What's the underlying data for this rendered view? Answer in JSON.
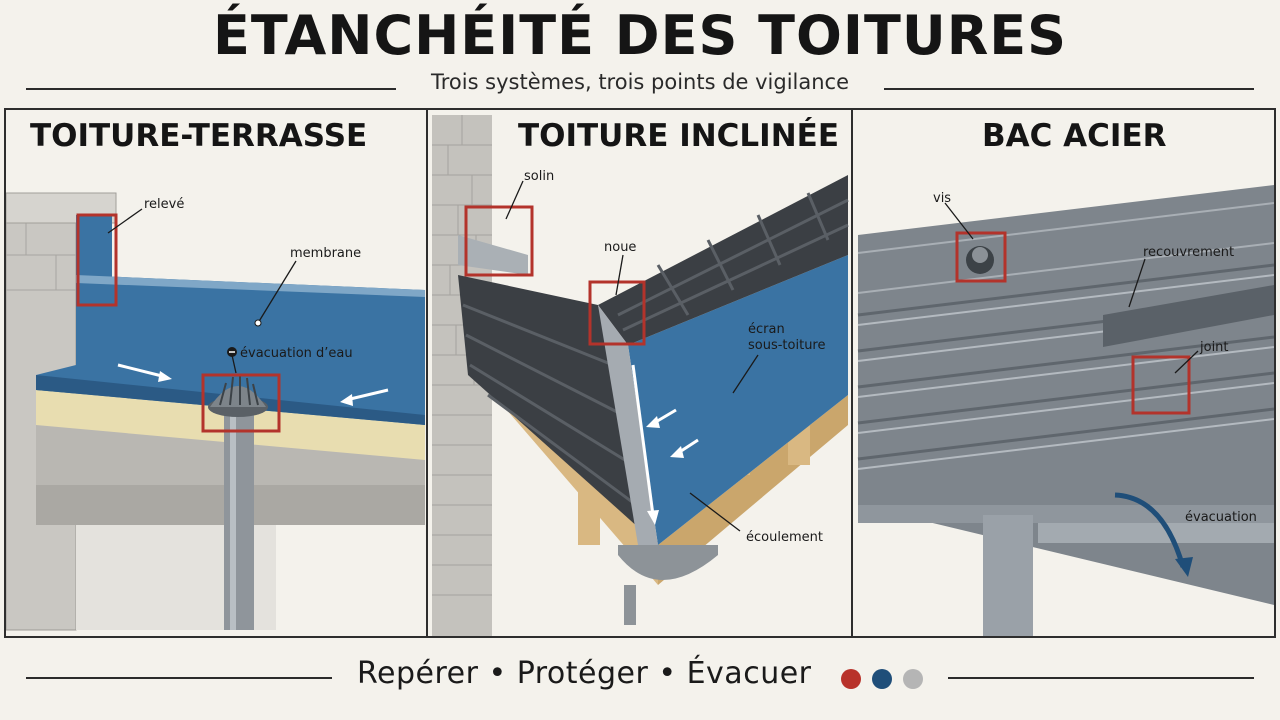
{
  "header": {
    "title": "ÉTANCHÉITÉ DES TOITURES",
    "subtitle": "Trois systèmes, trois points de vigilance"
  },
  "panels": [
    {
      "title": "TOITURE-TERRASSE",
      "labels": {
        "releve": "relevé",
        "membrane": "membrane",
        "evacuation": "évacuation d’eau"
      }
    },
    {
      "title": "TOITURE INCLINÉE",
      "labels": {
        "solin": "solin",
        "noue": "noue",
        "ecran_1": "écran",
        "ecran_2": "sous-toiture",
        "ecoulement": "écoulement"
      }
    },
    {
      "title": "BAC ACIER",
      "labels": {
        "vis": "vis",
        "recouvrement": "recouvrement",
        "joint": "joint",
        "evacuation": "évacuation"
      }
    }
  ],
  "footer": {
    "motto": "Repérer • Protéger • Évacuer",
    "dots": [
      "#b8322a",
      "#1f4e79",
      "#b5b5b5"
    ]
  },
  "colors": {
    "highlight": "#b3332b",
    "membrane": "#3a73a3",
    "flow_arrow": "#ffffff",
    "evac_arrow": "#1f4e79"
  }
}
